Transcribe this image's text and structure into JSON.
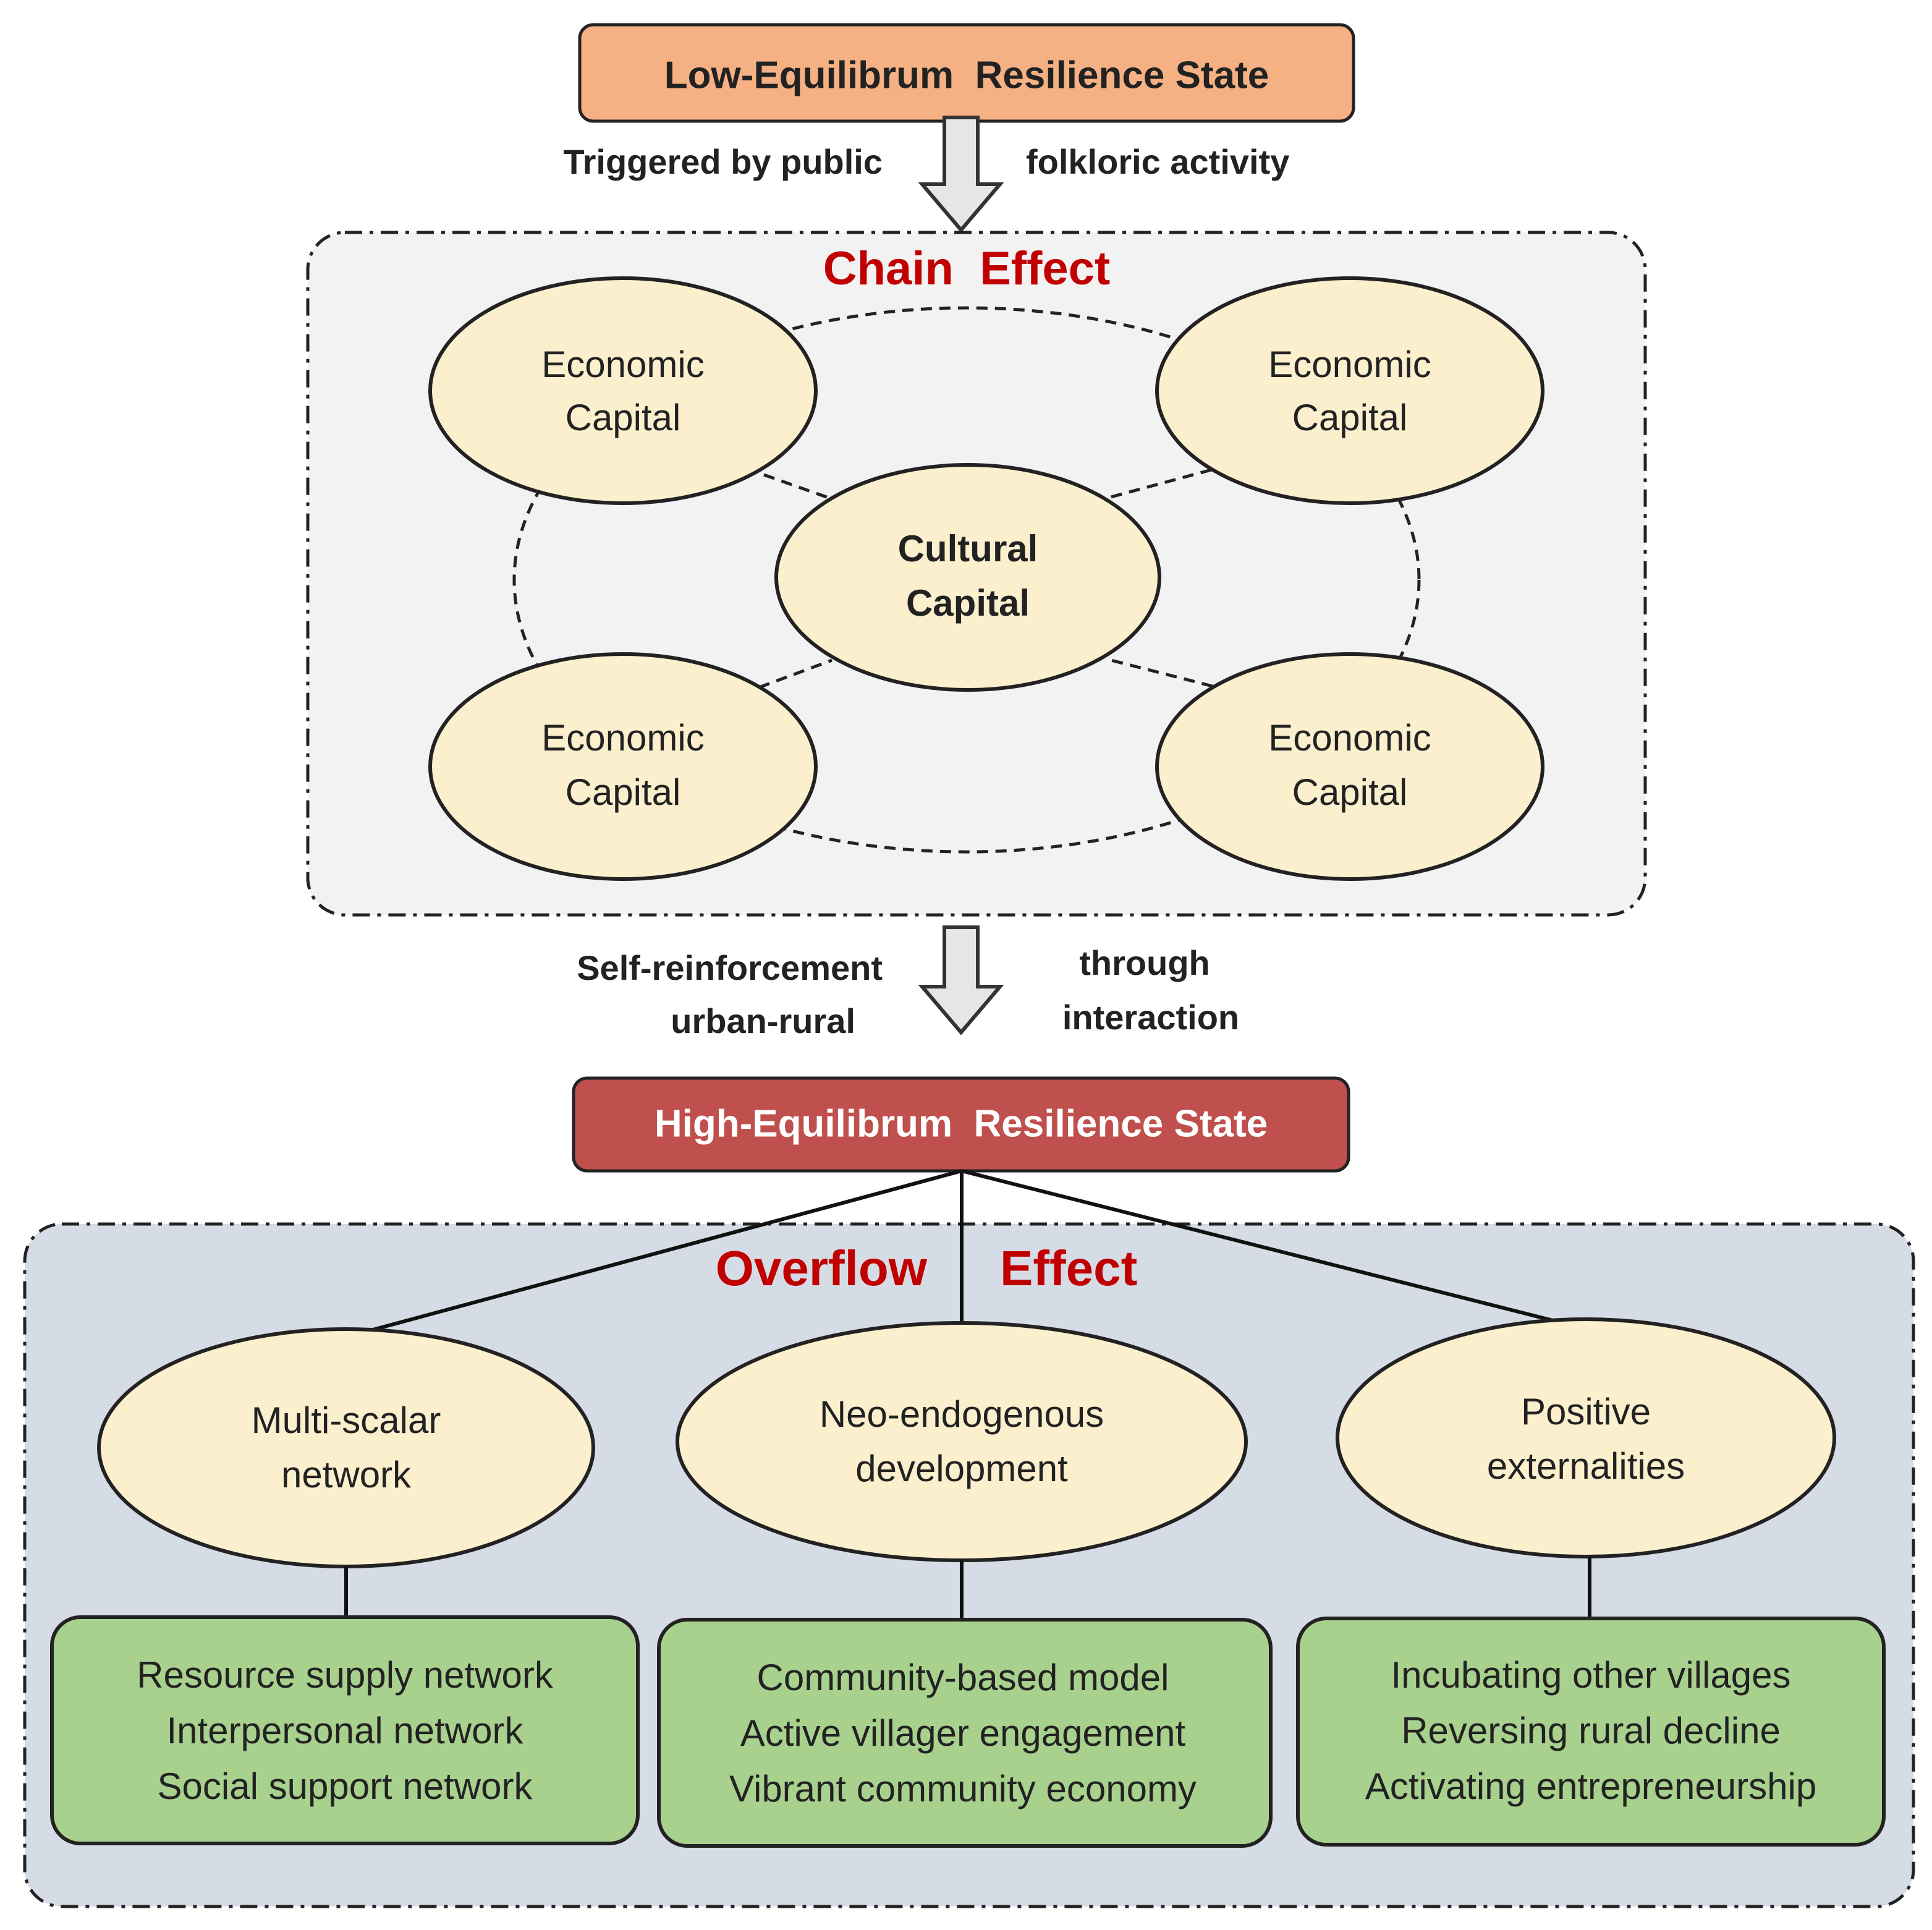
{
  "top_state": {
    "label": "Low-Equilibrum  Resilience State"
  },
  "trigger": {
    "left": "Triggered by public",
    "right": "folkloric activity"
  },
  "chain_effect": {
    "title": "Chain  Effect",
    "center": {
      "line1": "Cultural",
      "line2": "Capital"
    },
    "nodes": [
      {
        "line1": "Economic",
        "line2": "Capital"
      },
      {
        "line1": "Economic",
        "line2": "Capital"
      },
      {
        "line1": "Economic",
        "line2": "Capital"
      },
      {
        "line1": "Economic",
        "line2": "Capital"
      }
    ]
  },
  "reinforce": {
    "left1": "Self-reinforcement",
    "left2": "urban-rural",
    "right1": "through",
    "right2": "interaction"
  },
  "high_state": {
    "label": "High-Equilibrum  Resilience State"
  },
  "overflow_effect": {
    "title_left": "Overflow",
    "title_right": "Effect",
    "branches": [
      {
        "line1": "Multi-scalar",
        "line2": "network",
        "items": [
          "Resource supply network",
          "Interpersonal network",
          "Social support network"
        ]
      },
      {
        "line1": "Neo-endogenous",
        "line2": "development",
        "items": [
          "Community-based model",
          "Active villager engagement",
          "Vibrant community economy"
        ]
      },
      {
        "line1": "Positive",
        "line2": "externalities",
        "items": [
          "Incubating other villages",
          "Reversing rural decline",
          "Activating entrepreneurship"
        ]
      }
    ]
  },
  "colors": {
    "low_state_fill": "#f5b183",
    "high_state_fill": "#c0504d",
    "effect_title": "#c00000",
    "ellipse_fill": "#fbefcd",
    "chain_panel_fill": "#f2f2f2",
    "overflow_panel_fill": "#d6dce5",
    "leaf_fill": "#a9d18e",
    "arrow_fill": "#e7e6e6"
  }
}
